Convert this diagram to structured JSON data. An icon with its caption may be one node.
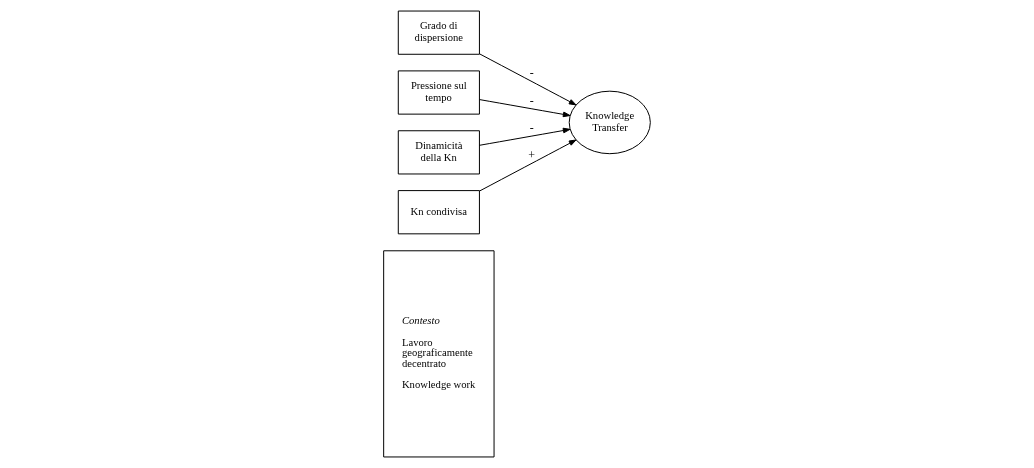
{
  "diagram": {
    "nodes": [
      {
        "text": [
          "Contesto",
          "Lavoro geograficamente decentrato",
          "Knowledge work"
        ]
      },
      {
        "text": [
          "Grado di dispersione"
        ]
      },
      {
        "text": [
          "Pressione sul tempo"
        ]
      },
      {
        "text": [
          "Dinamicità della Kn"
        ]
      },
      {
        "text": [
          "Kn condivisa"
        ]
      },
      {
        "text": [
          "Knowledge Transfer"
        ]
      }
    ],
    "edges": [
      {
        "from": 1,
        "to": 5,
        "arrow": "to",
        "label": "-"
      },
      {
        "from": 2,
        "to": 5,
        "arrow": "to",
        "label": "-"
      },
      {
        "from": 3,
        "to": 5,
        "arrow": "to",
        "label": "-"
      },
      {
        "from": 4,
        "to": 5,
        "arrow": "to",
        "label": "+"
      }
    ]
  }
}
